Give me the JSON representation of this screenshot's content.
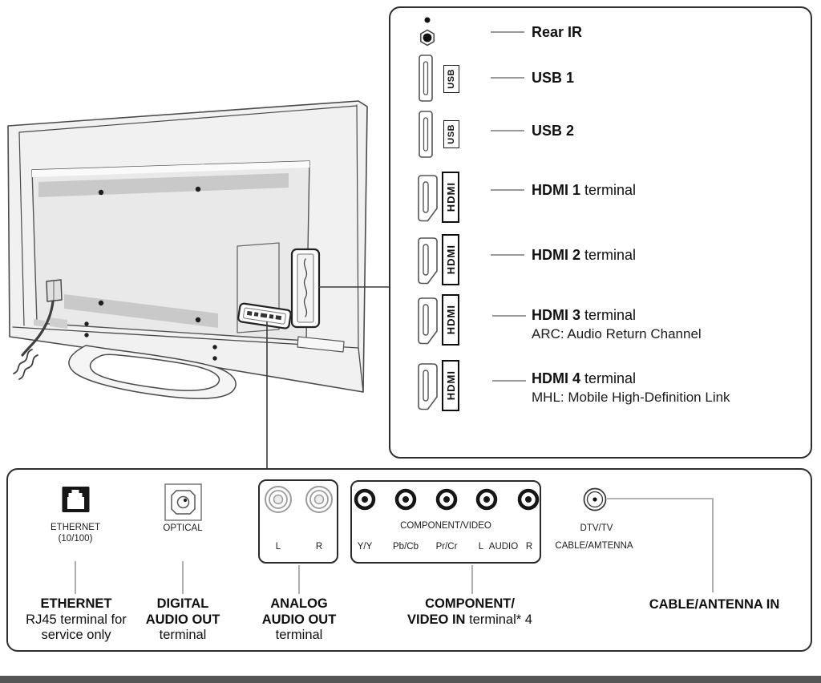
{
  "right_panel": {
    "rows": [
      {
        "label": "Rear IR",
        "suffix": "",
        "sub": ""
      },
      {
        "label": "USB 1",
        "suffix": "",
        "sub": ""
      },
      {
        "label": "USB 2",
        "suffix": "",
        "sub": ""
      },
      {
        "label": "HDMI 1",
        "suffix": " terminal",
        "sub": ""
      },
      {
        "label": "HDMI 2",
        "suffix": " terminal",
        "sub": ""
      },
      {
        "label": "HDMI 3",
        "suffix": " terminal",
        "sub": "ARC: Audio Return Channel"
      },
      {
        "label": "HDMI 4",
        "suffix": " terminal",
        "sub": "MHL: Mobile High-Definition Link"
      }
    ],
    "usb_badge": "USB",
    "hdmi_badge": "HDMI"
  },
  "bottom_panel": {
    "ethernet": {
      "label_line1": "ETHERNET",
      "label_line2": "(10/100)",
      "caption1": "ETHERNET",
      "caption2": "RJ45 terminal for",
      "caption3": "service only"
    },
    "optical": {
      "label": "OPTICAL",
      "caption1": "DIGITAL",
      "caption2": "AUDIO OUT",
      "caption3": "terminal"
    },
    "analog": {
      "left_jack": "L",
      "right_jack": "R",
      "caption1": "ANALOG",
      "caption2": "AUDIO OUT",
      "caption3": "terminal"
    },
    "component": {
      "group_label": "COMPONENT/VIDEO",
      "jack1": "Y/Y",
      "jack2": "Pb/Cb",
      "jack3": "Pr/Cr",
      "jack4": "L",
      "jack5": "AUDIO",
      "jack6": "R",
      "caption1": "COMPONENT/",
      "caption2_bold": "VIDEO IN",
      "caption2_rest": " terminal* 4"
    },
    "coax": {
      "label_line1": "DTV/TV",
      "label_line2": "CABLE/AMTENNA",
      "caption": "CABLE/ANTENNA IN"
    }
  },
  "icons": {
    "rear_ir": "ir-sensor-icon",
    "usb_port": "usb-port-icon",
    "hdmi_port": "hdmi-port-icon",
    "ethernet": "rj45-port-icon",
    "optical": "toslink-port-icon",
    "rca_jack": "rca-jack-icon",
    "coax": "coax-port-icon"
  },
  "colors": {
    "panel_border": "#2e2e2e",
    "line_art": "#4a4a4a",
    "tv_fill": "#eeeeee",
    "vent_gray": "#c9c9c9",
    "leader_gray": "#8c8c8c",
    "text": "#111111",
    "page_bottom_strip": "#565656"
  }
}
